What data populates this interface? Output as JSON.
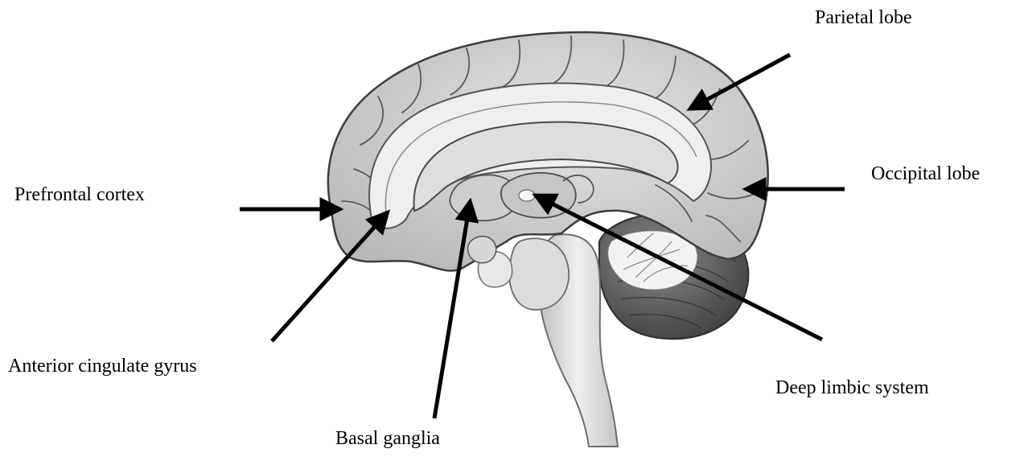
{
  "labels": {
    "parietal_lobe": "Parietal lobe",
    "occipital_lobe": "Occipital lobe",
    "prefrontal_cortex": "Prefrontal cortex",
    "anterior_cingulate_gyrus": "Anterior cingulate gyrus",
    "deep_limbic_system": "Deep limbic system",
    "basal_ganglia": "Basal ganglia"
  },
  "colors": {
    "arrow": "#000000",
    "cortex_fill": "#d4d4d4",
    "cortex_outline": "#4a4a4a",
    "inner_light": "#ececec",
    "cerebellum": "#5a5a5a",
    "brainstem": "#e6e6e6"
  }
}
